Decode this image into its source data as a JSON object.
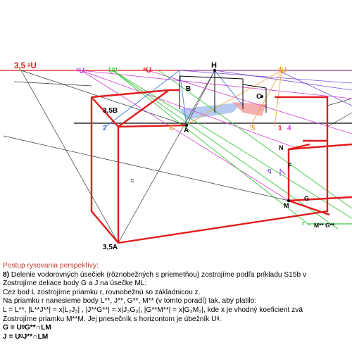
{
  "labels": {
    "vp_35u": "3,5 ᵃU",
    "vp_cu": "ᶜU",
    "vp_ug": "Uᵍ",
    "vp_au": "ᵃU",
    "vp_h": "H",
    "vp_du": "ᵈU",
    "pt_b": "B",
    "pt_c": "C",
    "pt_35b": "3,5B",
    "pt_a": "A",
    "pt_35a": "3,5A",
    "pt_n": "N",
    "pt_f": "F",
    "pt_q": "q",
    "pt_m": "M",
    "pt_g": "G",
    "pt_r": "r",
    "pt_mg": "M** G**",
    "num_2": "2",
    "num_6": "6",
    "num_5": "5",
    "num_1": "1",
    "num_4": "4"
  },
  "colors": {
    "construction": "#e11b1b",
    "horizon": "#000000",
    "guide_green": "#3cc83c",
    "guide_magenta": "#d23cd2",
    "guide_purple": "#7a4fd6",
    "guide_orange": "#f0a030",
    "guide_blue": "#3a6fe0",
    "shade_blue": "#9db8ee",
    "shade_red": "#f2a1a1"
  },
  "notes": {
    "heading": "Postup rysovania perspektívy:",
    "step_no": "8)",
    "line1_rest": " Delenie vodorovných úsečiek (rôznobežných s priemetňou) zostrojíme podľa príkladu S15b v",
    "line2": "Zostrojíme deliace body G a J na úsečke ML:",
    "line3": "Cez bod L zostrojíme priamku r, rovnobežnú so základnicou z.",
    "line4": "Na priamku r nanesieme body L**, J**, G**, M** (v tomto poradí) tak, aby platilo:",
    "line5": "L = L**, |L**J**| = x|L₃J₃| , |J**G**| = x|J₃G₃|, |G**M**| = x|G₃M₃|, kde x je vhodný koeficient zvä",
    "line6": "Zostrojíme priamku M**M. Jej priesečník s horizontom je úbežník Uᵍ.",
    "line7": "G = UᵍG**∩LM",
    "line8": "J = UᵍJ**∩LM"
  }
}
